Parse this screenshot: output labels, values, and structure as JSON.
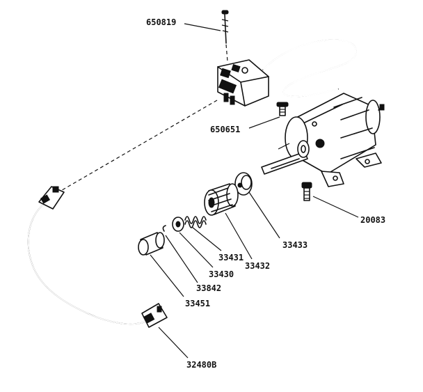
{
  "diagram": {
    "labels": {
      "screw_top": "650819",
      "screw_motor": "650651",
      "bolt_bracket": "20083",
      "cup_washer": "33433",
      "pinion_gear": "33432",
      "spring": "33431",
      "spring_retainer": "33430",
      "retaining_ring": "33842",
      "dust_cover": "33451",
      "cord_assembly": "32480B"
    }
  }
}
